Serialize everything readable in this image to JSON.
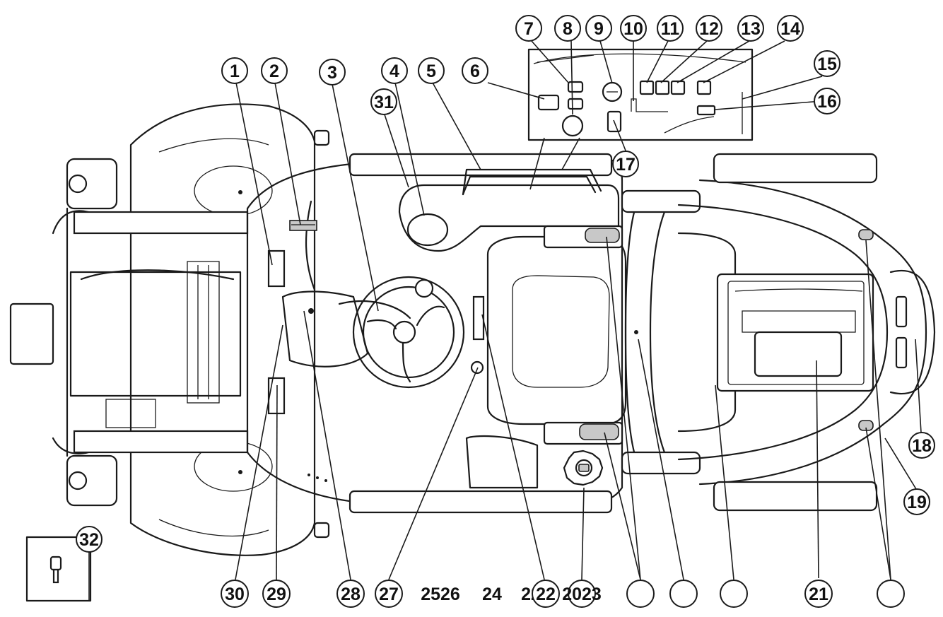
{
  "callouts": {
    "c1": "1",
    "c2": "2",
    "c3": "3",
    "c4": "4",
    "c5": "5",
    "c6": "6",
    "c7": "7",
    "c8": "8",
    "c9": "9",
    "c10": "10",
    "c11": "11",
    "c12": "12",
    "c13": "13",
    "c14": "14",
    "c15": "15",
    "c16": "16",
    "c17": "17",
    "c18": "18",
    "c19": "19",
    "c21": "21",
    "c27": "27",
    "c28": "28",
    "c29": "29",
    "c30": "30",
    "c31": "31",
    "c32": "32",
    "c2023": "2023",
    "c22": "22"
  },
  "bottom_labels": {
    "l2526": "2526",
    "l24": "24",
    "l22": "22"
  }
}
